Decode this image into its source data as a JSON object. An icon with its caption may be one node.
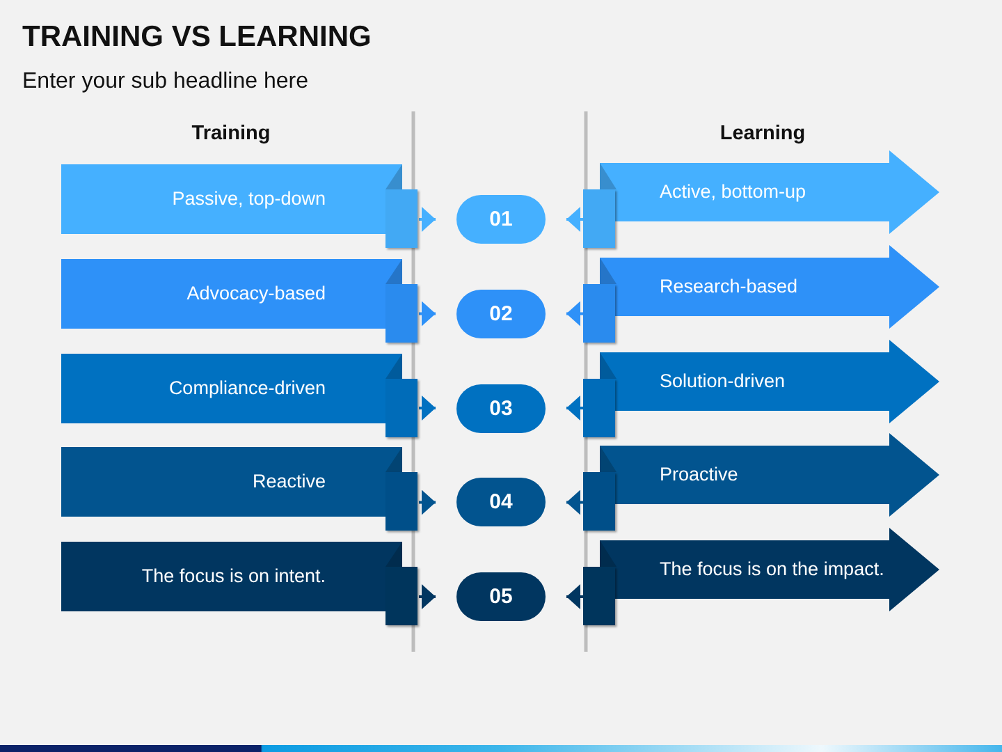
{
  "diagram": {
    "title": "TRAINING VS LEARNING",
    "nodes": [
      {
        "text": [
          "Passive, top-down"
        ]
      },
      {
        "text": [
          "01"
        ]
      },
      {
        "text": [
          "Active, bottom-up"
        ]
      },
      {
        "text": [
          "Advocacy-based"
        ]
      },
      {
        "text": [
          "02"
        ]
      },
      {
        "text": [
          "Research-based"
        ]
      },
      {
        "text": [
          "Compliance-driven"
        ]
      },
      {
        "text": [
          "03"
        ]
      },
      {
        "text": [
          "Solution-driven"
        ]
      },
      {
        "text": [
          "Reactive"
        ]
      },
      {
        "text": [
          "04"
        ]
      },
      {
        "text": [
          "Proactive"
        ]
      },
      {
        "text": [
          "The focus is on intent."
        ]
      },
      {
        "text": [
          "05"
        ]
      },
      {
        "text": [
          "The focus is on the impact."
        ]
      }
    ],
    "edges": [
      {
        "from": 0,
        "to": 1,
        "arrow": "to",
        "color": "#45b0ff"
      },
      {
        "from": 2,
        "to": 1,
        "arrow": "to",
        "color": "#45b0ff"
      },
      {
        "from": 3,
        "to": 4,
        "arrow": "to",
        "color": "#2e91f8"
      },
      {
        "from": 5,
        "to": 4,
        "arrow": "to",
        "color": "#2e91f8"
      },
      {
        "from": 6,
        "to": 7,
        "arrow": "to",
        "color": "#0071c1"
      },
      {
        "from": 8,
        "to": 7,
        "arrow": "to",
        "color": "#0071c1"
      },
      {
        "from": 9,
        "to": 10,
        "arrow": "to",
        "color": "#02548f"
      },
      {
        "from": 11,
        "to": 10,
        "arrow": "to",
        "color": "#02548f"
      },
      {
        "from": 12,
        "to": 13,
        "arrow": "to",
        "color": "#013660"
      },
      {
        "from": 14,
        "to": 13,
        "arrow": "to",
        "color": "#013660"
      }
    ],
    "labels": [
      "Enter your sub headline here",
      "Training",
      "Learning"
    ]
  }
}
